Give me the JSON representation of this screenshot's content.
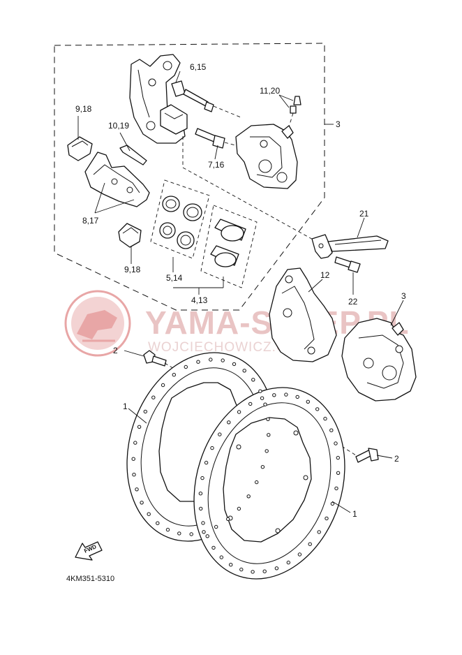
{
  "watermark": {
    "brand": "YAMA-SKLEP.PL",
    "sub": "WOJCIECHOWICZ.COM.PL",
    "colors": {
      "logo": "#e8a6a6",
      "text": "#e9c4c4"
    }
  },
  "diagram_code": "4KM351-5310",
  "fwd_label": "FWD",
  "callouts": {
    "c_6_15": "6,15",
    "c_11_20": "11,20",
    "c_9_18_top": "9,18",
    "c_10_19": "10,19",
    "c_3_box": "3",
    "c_7_16": "7,16",
    "c_8_17": "8,17",
    "c_21": "21",
    "c_9_18_bottom": "9,18",
    "c_5_14": "5,14",
    "c_4_13": "4,13",
    "c_12": "12",
    "c_22": "22",
    "c_3_right": "3",
    "c_2_top": "2",
    "c_1_left": "1",
    "c_2_right": "2",
    "c_1_right": "1"
  }
}
